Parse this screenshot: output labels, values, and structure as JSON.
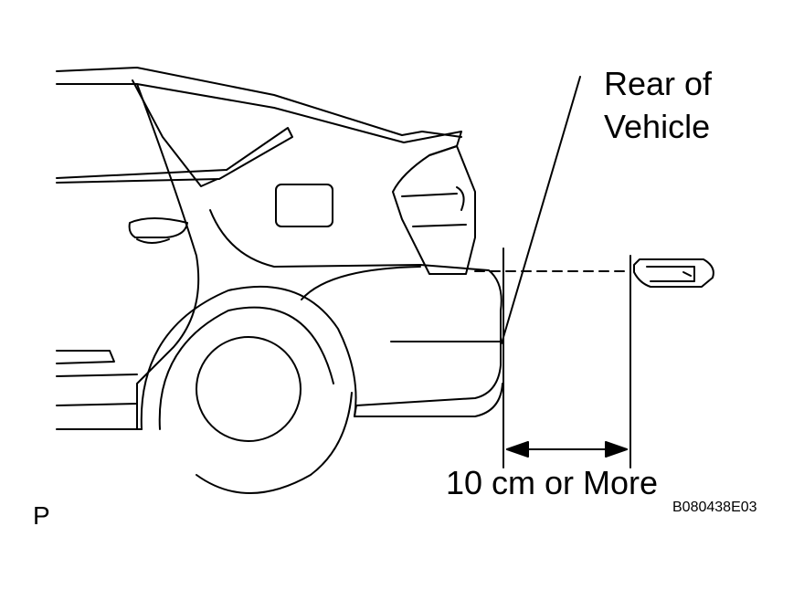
{
  "diagram": {
    "callout_line1": "Rear of",
    "callout_line2": "Vehicle",
    "distance_label": "10 cm or More",
    "figure_code": "B080438E03",
    "view_marker": "P"
  },
  "colors": {
    "ink": "#000000",
    "paper": "#ffffff"
  },
  "icons": {
    "tool": "tester-probe-icon",
    "car": "vehicle-rear-outline"
  }
}
